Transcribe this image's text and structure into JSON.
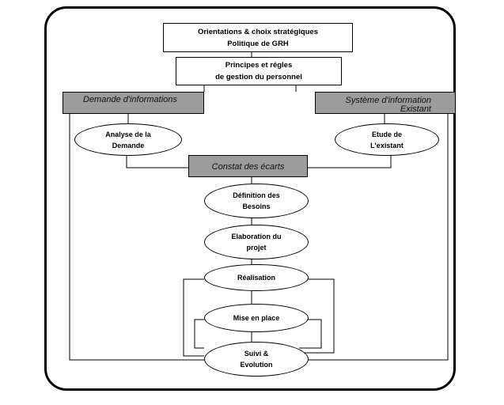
{
  "top_box": {
    "line1": "Orientations & choix stratégiques",
    "line2": "Politique de GRH"
  },
  "second_box": {
    "line1": "Principes et régles",
    "line2": "de gestion du personnel"
  },
  "left_bar": {
    "label": "Demande d'informations"
  },
  "right_bar": {
    "line1": "Système d'information",
    "line2": "Existant"
  },
  "left_oval": {
    "line1": "Analyse de la",
    "line2": "Demande"
  },
  "right_oval": {
    "line1": "Etude de",
    "line2": "L'existant"
  },
  "center_bar": {
    "label": "Constat des écarts"
  },
  "steps": [
    {
      "line1": "Définition des",
      "line2": "Besoins"
    },
    {
      "line1": "Elaboration du",
      "line2": "projet"
    },
    {
      "line1": "Réalisation",
      "line2": ""
    },
    {
      "line1": "Mise en place",
      "line2": ""
    },
    {
      "line1": "Suivi &",
      "line2": "Evolution"
    }
  ],
  "colors": {
    "gray_bar": "#9c9c9c",
    "stroke": "#000000",
    "background": "#ffffff"
  }
}
